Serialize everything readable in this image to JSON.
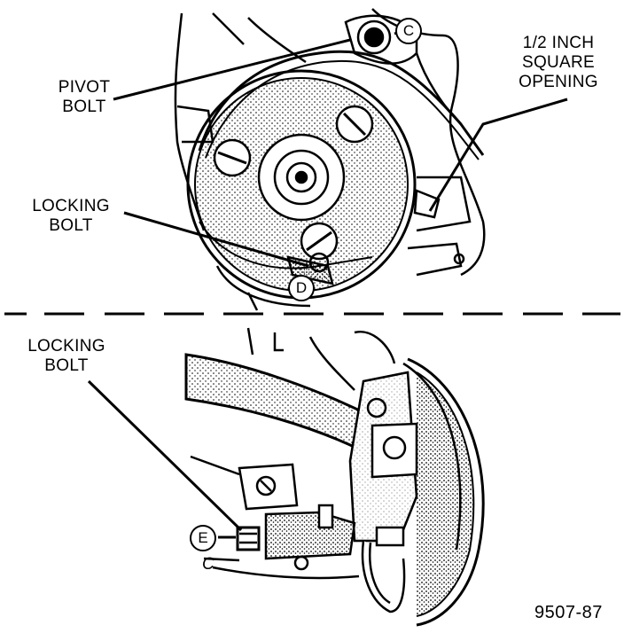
{
  "labels": {
    "pivot_bolt": [
      "PIVOT",
      "BOLT"
    ],
    "square_opening": [
      "1/2 INCH",
      "SQUARE",
      "OPENING"
    ],
    "locking_bolt_top": [
      "LOCKING",
      "BOLT"
    ],
    "locking_bolt_bottom": [
      "LOCKING",
      "BOLT"
    ]
  },
  "callouts": {
    "c_top": "C",
    "d": "D",
    "e": "E",
    "c_bottom": "C"
  },
  "figure_number": "9507-87",
  "colors": {
    "ink": "#000000",
    "paper": "#ffffff"
  }
}
